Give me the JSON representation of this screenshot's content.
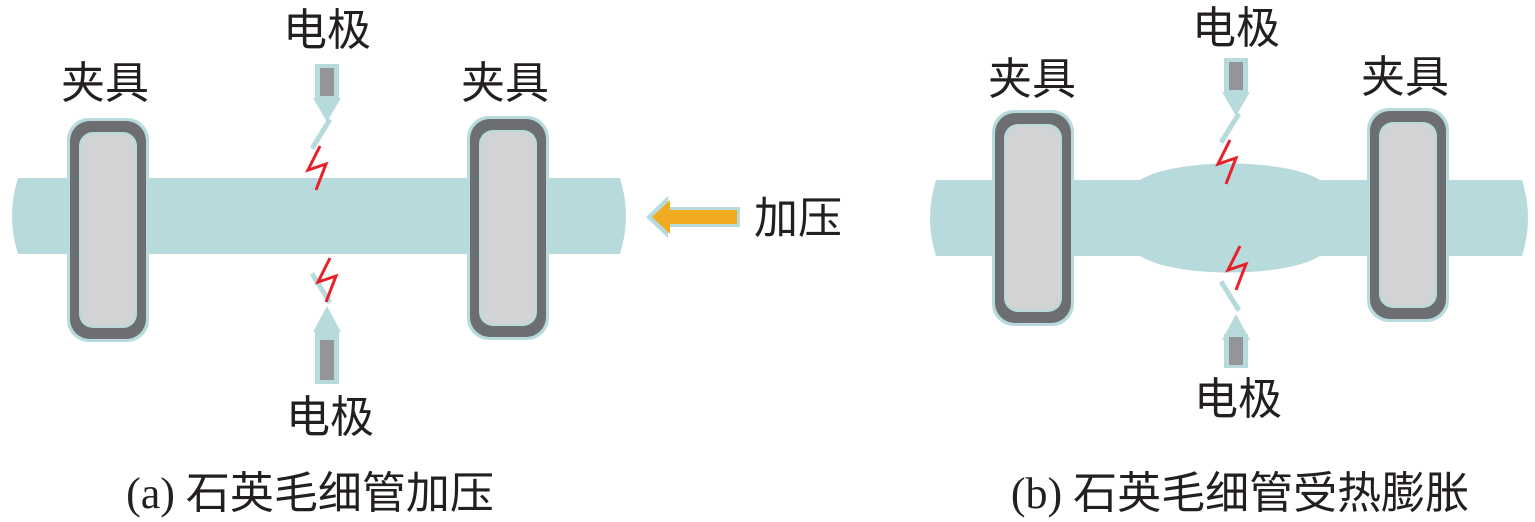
{
  "panel_a": {
    "clamp_left_label": "夹具",
    "clamp_right_label": "夹具",
    "electrode_top_label": "电极",
    "electrode_bottom_label": "电极",
    "pressure_label": "加压",
    "caption": "(a) 石英毛细管加压"
  },
  "panel_b": {
    "clamp_left_label": "夹具",
    "clamp_right_label": "夹具",
    "electrode_top_label": "电极",
    "electrode_bottom_label": "电极",
    "caption": "(b) 石英毛细管受热膨胀"
  },
  "colors": {
    "tube": "#b7dbdd",
    "clamp_outer": "#6d6e71",
    "clamp_inner": "#d1d3d4",
    "electrode_rod": "#939598",
    "spark": "#e8202a",
    "arrow": "#f0ab21",
    "text": "#231f20"
  }
}
